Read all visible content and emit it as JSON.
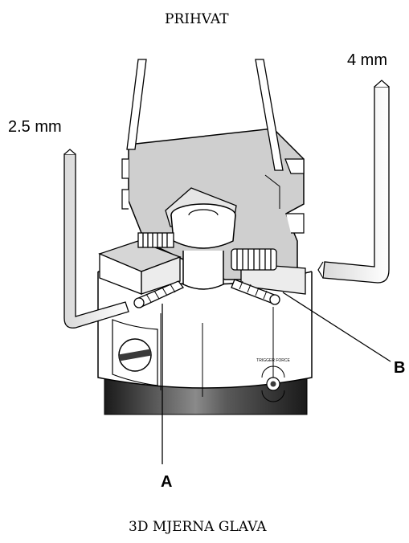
{
  "labels": {
    "top": "PRIHVAT",
    "wrench_right": "4 mm",
    "wrench_left": "2.5 mm",
    "callout_a": "A",
    "callout_b": "B",
    "bottom": "3D MJERNA GLAVA",
    "adjust_ring": "TRIGGER FORCE"
  },
  "colors": {
    "outline": "#000000",
    "shade": "#cfcfcf",
    "body": "#ffffff",
    "dark": "#3a3a3a"
  }
}
